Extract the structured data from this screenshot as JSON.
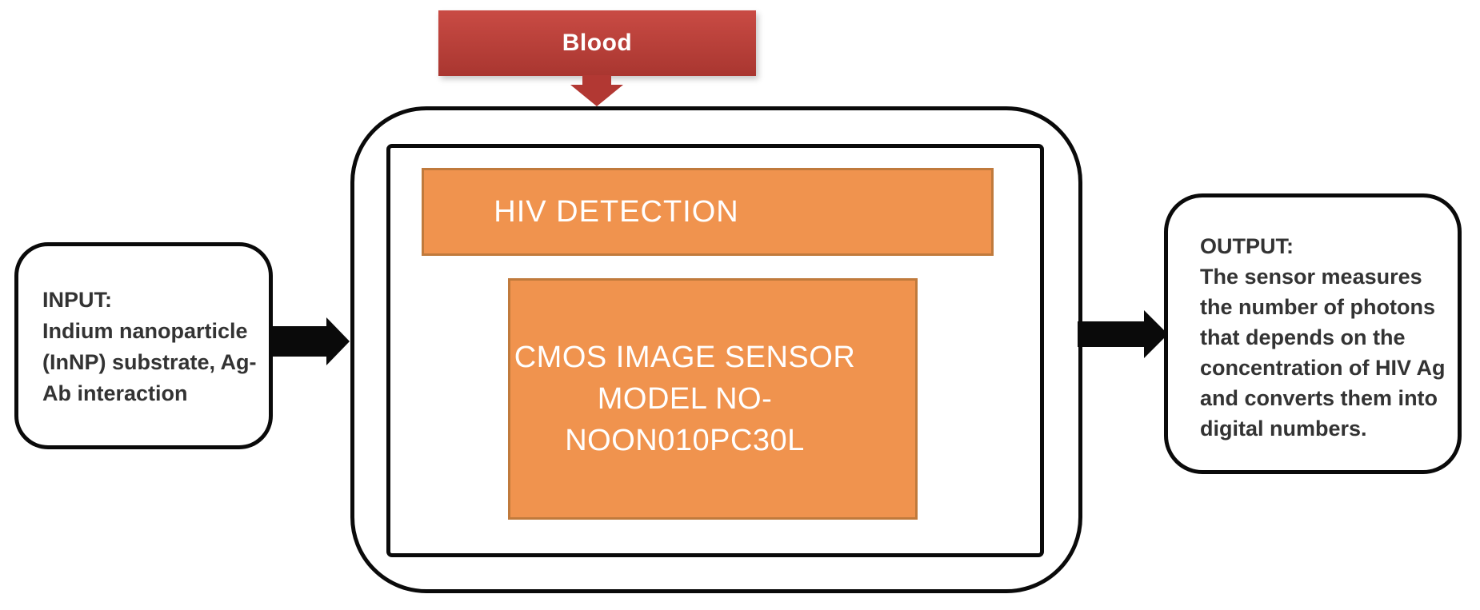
{
  "banner": {
    "label": "Blood"
  },
  "detector": {
    "title": "HIV DETECTION",
    "sensor_label": "CMOS IMAGE SENSOR\nMODEL NO-\nNOON010PC30L"
  },
  "input_box": {
    "text": "INPUT:\nIndium nanoparticle\n(InNP) substrate, Ag-\nAb interaction"
  },
  "output_box": {
    "text": "OUTPUT:\nThe sensor measures\nthe number of photons\nthat depends on the\nconcentration of HIV Ag\nand converts them into\ndigital numbers."
  },
  "icons": {
    "blood_arrow": "down-arrow",
    "input_arrow": "right-arrow",
    "output_arrow": "right-arrow"
  },
  "colors": {
    "banner-red-top": "#c94b44",
    "banner-red-bottom": "#a93630",
    "arrow-red": "#b23833",
    "orange-fill": "#f0934e",
    "orange-border": "#c07a3c",
    "line-black": "#0a0a0a",
    "text-dark": "#333333",
    "white": "#ffffff"
  }
}
